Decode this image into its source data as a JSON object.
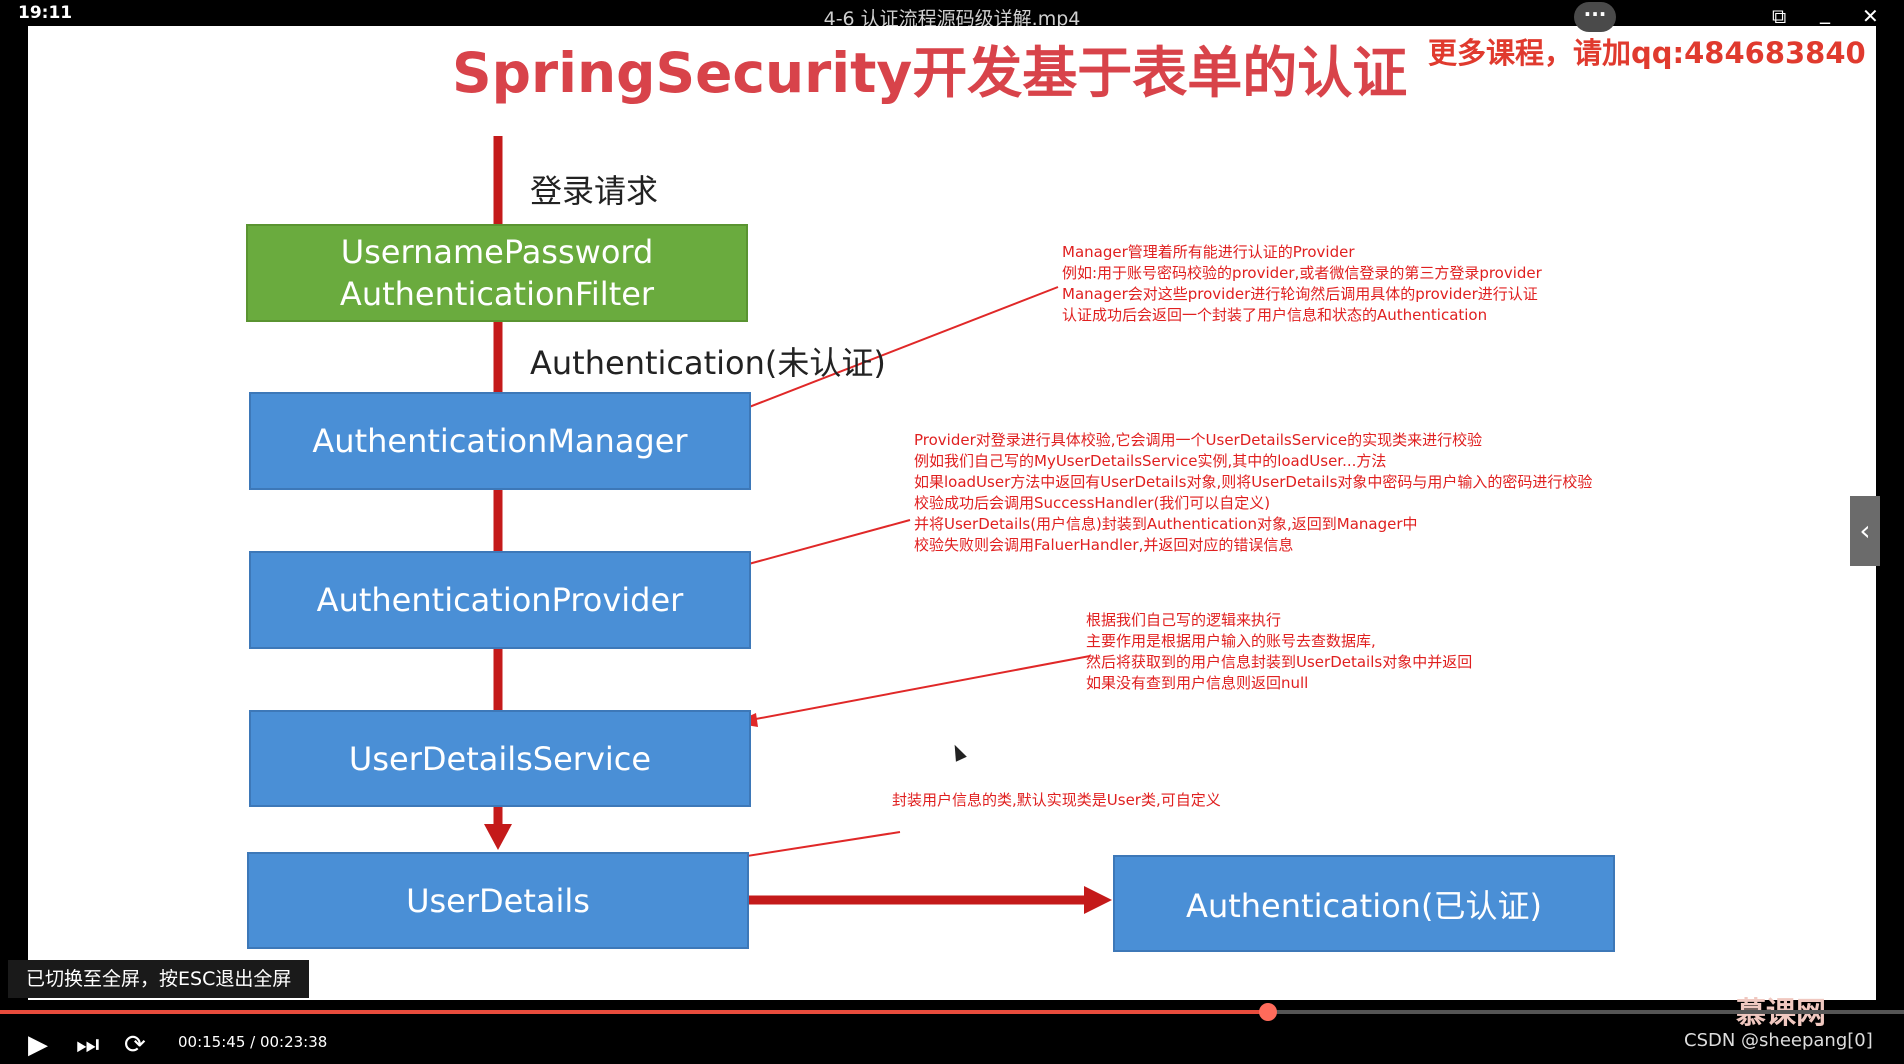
{
  "player": {
    "clock": "19:11",
    "video_title": "4-6 认证流程源码级详解.mp4",
    "more_label": "···",
    "time": "00:15:45 / 00:23:38",
    "progress": 0.666,
    "toast": "已切换至全屏，按ESC退出全屏",
    "watermark": "CSDN @sheepang[0]",
    "mooc_logo": "慕课网",
    "icons": {
      "play": "play-icon",
      "next": "next-icon",
      "loop": "loop-icon",
      "minimize": "minimize-icon",
      "close": "close-icon",
      "pip": "pip-icon",
      "collapse": "chevron-left-icon"
    }
  },
  "slide": {
    "title": "SpringSecurity开发基于表单的认证",
    "promo": "更多课程，请加qq:484683840",
    "label_login": "登录请求",
    "label_unauth": "Authentication(未认证)",
    "boxes": {
      "filter_line1": "UsernamePassword",
      "filter_line2": "AuthenticationFilter",
      "manager": "AuthenticationManager",
      "provider": "AuthenticationProvider",
      "uds": "UserDetailsService",
      "userdetails": "UserDetails",
      "auth_done": "Authentication(已认证)"
    },
    "notes": {
      "manager": [
        "Manager管理着所有能进行认证的Provider",
        "例如:用于账号密码校验的provider,或者微信登录的第三方登录provider",
        "Manager会对这些provider进行轮询然后调用具体的provider进行认证",
        "认证成功后会返回一个封装了用户信息和状态的Authentication"
      ],
      "provider": [
        "Provider对登录进行具体校验,它会调用一个UserDetailsService的实现类来进行校验",
        "例如我们自己写的MyUserDetailsService实例,其中的loadUser...方法",
        "如果loadUser方法中返回有UserDetails对象,则将UserDetails对象中密码与用户输入的密码进行校验",
        "校验成功后会调用SuccessHandler(我们可以自定义)",
        "并将UserDetails(用户信息)封装到Authentication对象,返回到Manager中",
        "校验失败则会调用FaluerHandler,并返回对应的错误信息"
      ],
      "uds": [
        "根据我们自己写的逻辑来执行",
        "主要作用是根据用户输入的账号去查数据库,",
        "然后将获取到的用户信息封装到UserDetails对象中并返回",
        "如果没有查到用户信息则返回null"
      ],
      "userdetails": [
        "封装用户信息的类,默认实现类是User类,可自定义"
      ]
    }
  }
}
